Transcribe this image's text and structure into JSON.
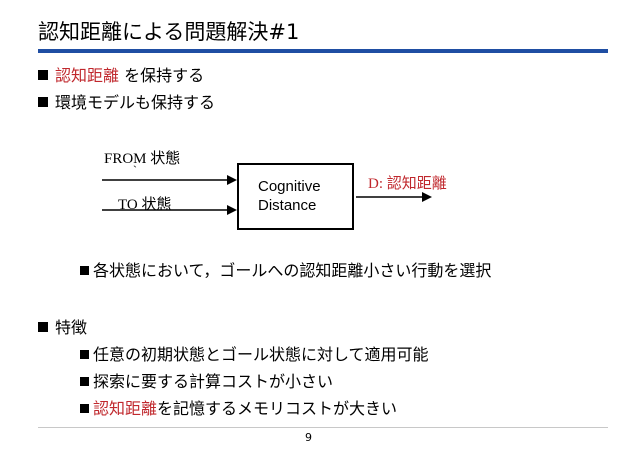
{
  "slide": {
    "title": "認知距離による問題解決#1",
    "page_number": "9"
  },
  "bullets": {
    "b1_red": "認知距離",
    "b1_rest": " を保持する",
    "b2": "環境モデルも保持する",
    "sub_diagram": "各状態において，ゴールへの認知距離小さい行動を選択",
    "features": "特徴",
    "f1": "任意の初期状態とゴール状態に対して適用可能",
    "f2": "探索に要する計算コストが小さい",
    "f3_red": "認知距離",
    "f3_rest": "を記憶するメモリコストが大きい"
  },
  "diagram": {
    "from_label": "FROM 状態",
    "to_label": "TO 状態",
    "box_line1": "Cognitive",
    "box_line2": "Distance",
    "output_label": "D: 認知距離",
    "tick_mark": "`"
  },
  "colors": {
    "accent_rule": "#1f4ea3",
    "highlight_text": "#c0282d"
  }
}
